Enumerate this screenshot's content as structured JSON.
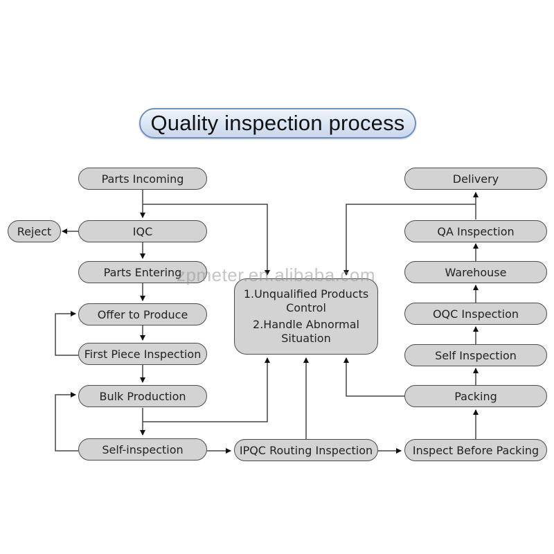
{
  "title": "Quality inspection process",
  "watermark": "zpmeter.en.alibaba.com",
  "nodes": {
    "parts_incoming": "Parts Incoming",
    "reject": "Reject",
    "iqc": "IQC",
    "parts_entering": "Parts Entering",
    "offer_to_produce": "Offer to Produce",
    "first_piece_inspection": "First Piece Inspection",
    "bulk_production": "Bulk Production",
    "self_inspection_left": "Self-inspection",
    "ipqc_routing_inspection": "IPQC Routing Inspection",
    "inspect_before_packing": "Inspect Before Packing",
    "packing": "Packing",
    "self_inspection_right": "Self Inspection",
    "oqc_inspection": "OQC Inspection",
    "warehouse": "Warehouse",
    "qa_inspection": "QA Inspection",
    "delivery": "Delivery"
  },
  "center": {
    "item1": "1.Unqualified Products\nControl",
    "item2": "2.Handle Abnormal\nSituation"
  },
  "colors": {
    "node_fill": "#d3d3d3",
    "node_border": "#4a4a4a",
    "title_border": "#6d8fc0",
    "title_fill": "#dce6f4"
  }
}
